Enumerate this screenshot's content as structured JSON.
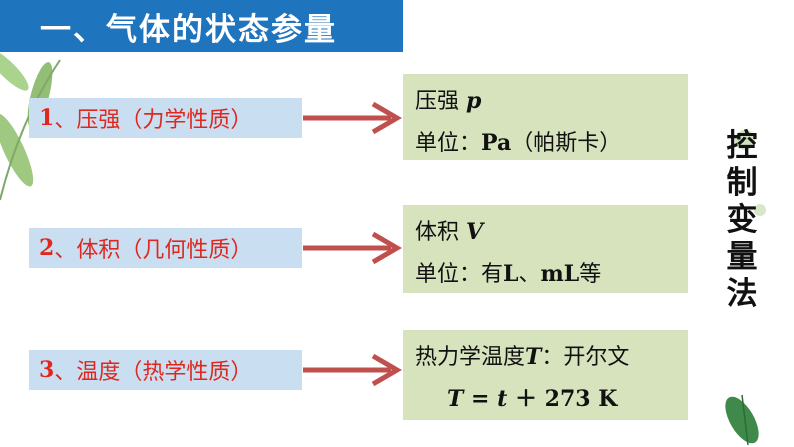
{
  "slide": {
    "title": "一、气体的状态参量",
    "rows": [
      {
        "label_num": "1",
        "label_text": "、压强（力学性质）",
        "info": {
          "line1_text": "压强 ",
          "line1_symbol": "p",
          "line2_prefix": "单位：",
          "line2_bold": "Pa",
          "line2_suffix": "（帕斯卡）"
        }
      },
      {
        "label_num": "2",
        "label_text": "、体积（几何性质）",
        "info": {
          "line1_text": "体积 ",
          "line1_symbol": "V",
          "line2_prefix": "单位：有",
          "line2_bold": "L",
          "line2_mid": "、",
          "line2_bold2": "mL",
          "line2_suffix": "等"
        }
      },
      {
        "label_num": "3",
        "label_text": "、温度（热学性质）",
        "info": {
          "line1_text": "热力学温度",
          "line1_symbol": "T",
          "line1_suffix": "：开尔文",
          "formula_T": "T",
          "formula_eq": " = ",
          "formula_t": "t",
          "formula_rest": " ＋ 273 K"
        }
      }
    ],
    "side_text": [
      "控",
      "制",
      "变",
      "量",
      "法"
    ],
    "colors": {
      "title_bg": "#1f74be",
      "label_bg": "#c9dff1",
      "label_text": "#e0271e",
      "arrow": "#c0504d",
      "info_bg": "#d6e3bd"
    }
  }
}
